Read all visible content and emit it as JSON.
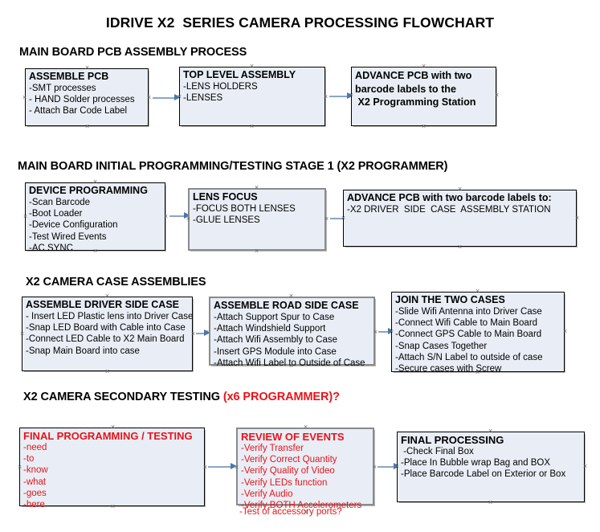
{
  "document": {
    "title": "IDRIVE X2  SERIES CAMERA PROCESSING FLOWCHART",
    "background_color": "#ffffff",
    "box_fill_color": "#e9eef6",
    "box_border_color": "#000000",
    "accent_red": "#e8131a",
    "connector_color": "#8ba6c4",
    "arrowhead_color": "#4a77b0"
  },
  "sections": [
    {
      "id": "main-board-pcb-assembly-process",
      "heading": "MAIN BOARD PCB ASSEMBLY PROCESS",
      "heading_accent": "",
      "boxes": [
        {
          "id": "assemble-pcb",
          "title": "ASSEMBLE PCB",
          "lines": [
            "-SMT processes",
            "- HAND Solder processes",
            "- Attach Bar Code Label"
          ]
        },
        {
          "id": "top-level-assembly",
          "title": "TOP LEVEL ASSEMBLY",
          "lines": [
            "-LENS HOLDERS",
            "-LENSES"
          ]
        },
        {
          "id": "advance-pcb-to-x2-programming-station",
          "title": "ADVANCE PCB with two",
          "lines": [
            "barcode labels to the",
            " X2 Programming Station"
          ]
        }
      ]
    },
    {
      "id": "main-board-initial-programming-testing-stage-1",
      "heading": "MAIN BOARD INITIAL PROGRAMMING/TESTING STAGE 1 (X2 PROGRAMMER)",
      "heading_accent": "",
      "boxes": [
        {
          "id": "device-programming",
          "title": "DEVICE PROGRAMMING",
          "lines": [
            "-Scan Barcode",
            "-Boot Loader",
            "-Device Configuration",
            "-Test Wired Events",
            "-AC SYNC"
          ]
        },
        {
          "id": "lens-focus",
          "title": "LENS FOCUS",
          "lines": [
            "-FOCUS BOTH LENSES",
            "-GLUE LENSES"
          ]
        },
        {
          "id": "advance-pcb-to-driver-side-case-assembly-station",
          "title": "ADVANCE PCB with two barcode labels to:",
          "lines": [
            "-X2 DRIVER  SIDE  CASE  ASSEMBLY STATION"
          ]
        }
      ]
    },
    {
      "id": "x2-camera-case-assemblies",
      "heading": "X2 CAMERA CASE ASSEMBLIES",
      "heading_accent": "",
      "boxes": [
        {
          "id": "assemble-driver-side-case",
          "title": "ASSEMBLE DRIVER SIDE CASE",
          "lines": [
            "- Insert LED Plastic lens into Driver Case",
            "-Snap LED Board with Cable into Case",
            "-Connect LED Cable to X2 Main Board",
            "-Snap Main Board into case"
          ]
        },
        {
          "id": "assemble-road-side-case",
          "title": "ASSEMBLE ROAD SIDE CASE",
          "lines": [
            "-Attach Support Spur to Case",
            "-Attach Windshield Support",
            "-Attach Wifi Assembly to Case",
            "-Insert GPS Module into Case",
            "-Attach Wifi Label to Outside of Case"
          ]
        },
        {
          "id": "join-the-two-cases",
          "title": "JOIN THE TWO CASES",
          "lines": [
            "-Slide Wifi Antenna into Driver Case",
            "-Connect Wifi Cable to Main Board",
            "-Connect GPS Cable to Main Board",
            "-Snap Cases Together",
            "-Attach S/N Label to outside of case",
            "-Secure cases with Screw"
          ]
        }
      ]
    },
    {
      "id": "x2-camera-secondary-testing",
      "heading": "X2 CAMERA SECONDARY TESTING ",
      "heading_accent": "(x6 PROGRAMMER)?",
      "boxes": [
        {
          "id": "final-programming-testing",
          "title": "FINAL PROGRAMMING / TESTING",
          "lines": [
            "-need",
            "-to",
            "-know",
            "-what",
            "-goes",
            "-here"
          ]
        },
        {
          "id": "review-of-events",
          "title": "REVIEW OF EVENTS",
          "lines": [
            "-Verify Transfer",
            "-Verify Correct Quantity",
            "-Verify Quality of Video",
            "-Verify LEDs function",
            "-Verify Audio",
            "-Verify BOTH Accelerometers"
          ],
          "overflow_line": "-Test of accessory ports?"
        },
        {
          "id": "final-processing",
          "title": "FINAL PROCESSING",
          "lines": [
            " -Check Final Box",
            "-Place In Bubble wrap Bag and BOX",
            "-Place Barcode Label on Exterior or Box"
          ]
        }
      ]
    }
  ]
}
